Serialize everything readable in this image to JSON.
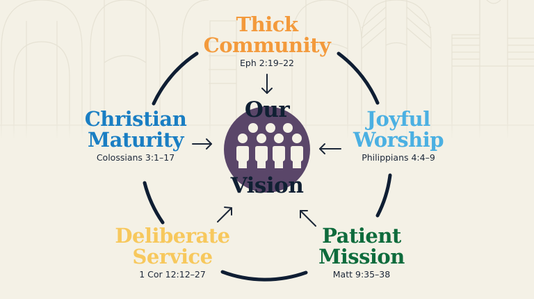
{
  "diagram": {
    "center": {
      "line1": "Our",
      "line2": "Vision",
      "icon": "people-group-icon",
      "circle_color": "#5a4669",
      "text_color": "#102033"
    },
    "pillars": [
      {
        "id": "thick-community",
        "title_line1": "Thick",
        "title_line2": "Community",
        "reference": "Eph 2:19–22",
        "color": "#f39a3c",
        "position": "top",
        "arrow": "down"
      },
      {
        "id": "joyful-worship",
        "title_line1": "Joyful",
        "title_line2": "Worship",
        "reference": "Philippians 4:4–9",
        "color": "#4bb0e2",
        "position": "right",
        "arrow": "left"
      },
      {
        "id": "patient-mission",
        "title_line1": "Patient",
        "title_line2": "Mission",
        "reference": "Matt 9:35–38",
        "color": "#0e6b3c",
        "position": "bottom-right",
        "arrow": "up-left"
      },
      {
        "id": "deliberate-service",
        "title_line1": "Deliberate",
        "title_line2": "Service",
        "reference": "1 Cor 12:12–27",
        "color": "#f7c85d",
        "position": "bottom-left",
        "arrow": "up-right"
      },
      {
        "id": "christian-maturity",
        "title_line1": "Christian",
        "title_line2": "Maturity",
        "reference": "Colossians 3:1–17",
        "color": "#1a7ec3",
        "position": "left",
        "arrow": "right"
      }
    ],
    "ring_color": "#0f1e33",
    "background_color": "#f4f1e6"
  }
}
